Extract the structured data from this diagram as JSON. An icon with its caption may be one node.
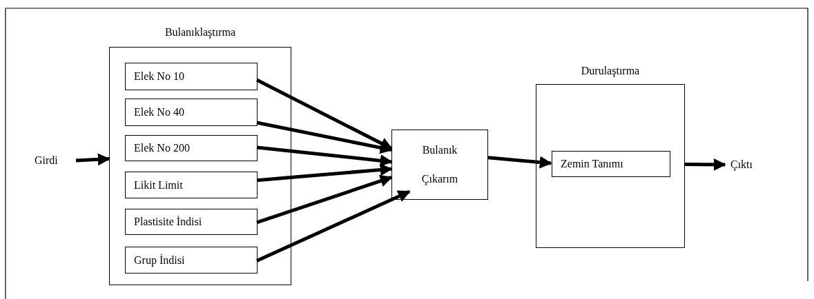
{
  "diagram": {
    "nodes": [
      {
        "text": [
          "Bulanıklaştırma"
        ]
      },
      {
        "text": [
          "Elek No 10"
        ],
        "in": 0
      },
      {
        "text": [
          "Elek No 40"
        ],
        "in": 0
      },
      {
        "text": [
          "Elek No 200"
        ],
        "in": 0
      },
      {
        "text": [
          "Likit Limit"
        ],
        "in": 0
      },
      {
        "text": [
          "Plastisite İndisi"
        ],
        "in": 0
      },
      {
        "text": [
          "Grup İndisi"
        ],
        "in": 0
      },
      {
        "text": [
          "Girdi"
        ]
      },
      {
        "text": [
          "Bulanık Çıkarım"
        ]
      },
      {
        "text": [
          "Durulaştırma"
        ]
      },
      {
        "text": [
          "Zemin Tanımı"
        ],
        "in": 9
      },
      {
        "text": [
          "Çıktı"
        ]
      }
    ],
    "edges": [
      {
        "from": 7,
        "to": 0,
        "arrow": "to"
      },
      {
        "from": 1,
        "to": 8,
        "arrow": "to"
      },
      {
        "from": 2,
        "to": 8,
        "arrow": "to"
      },
      {
        "from": 3,
        "to": 8,
        "arrow": "to"
      },
      {
        "from": 4,
        "to": 8,
        "arrow": "to"
      },
      {
        "from": 5,
        "to": 8,
        "arrow": "to"
      },
      {
        "from": 6,
        "to": 8,
        "arrow": "to"
      },
      {
        "from": 8,
        "to": 10,
        "arrow": "to"
      },
      {
        "from": 9,
        "to": 11,
        "arrow": "to"
      }
    ]
  }
}
